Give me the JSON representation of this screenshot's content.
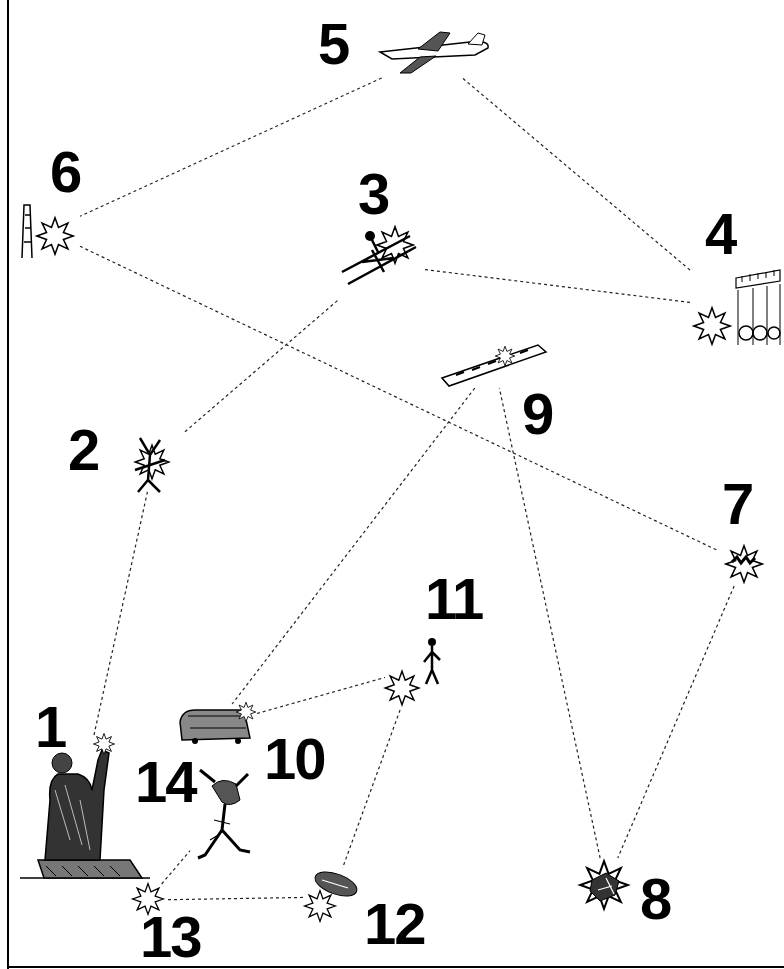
{
  "diagram": {
    "nodes": [
      {
        "text": [
          "1"
        ]
      },
      {
        "text": [
          "2"
        ]
      },
      {
        "text": [
          "3"
        ]
      },
      {
        "text": [
          "4"
        ]
      },
      {
        "text": [
          "5"
        ]
      },
      {
        "text": [
          "6"
        ]
      },
      {
        "text": [
          "7"
        ]
      },
      {
        "text": [
          "8"
        ]
      },
      {
        "text": [
          "9"
        ]
      },
      {
        "text": [
          "10"
        ]
      },
      {
        "text": [
          "11"
        ]
      },
      {
        "text": [
          "12"
        ]
      },
      {
        "text": [
          "13"
        ]
      },
      {
        "text": [
          "14"
        ]
      }
    ],
    "edges": [
      {
        "from": 0,
        "to": 1,
        "arrow": "none"
      },
      {
        "from": 1,
        "to": 2,
        "arrow": "none"
      },
      {
        "from": 2,
        "to": 3,
        "arrow": "none"
      },
      {
        "from": 3,
        "to": 4,
        "arrow": "none"
      },
      {
        "from": 4,
        "to": 5,
        "arrow": "none"
      },
      {
        "from": 5,
        "to": 6,
        "arrow": "none"
      },
      {
        "from": 6,
        "to": 7,
        "arrow": "none"
      },
      {
        "from": 7,
        "to": 8,
        "arrow": "none"
      },
      {
        "from": 8,
        "to": 9,
        "arrow": "none"
      },
      {
        "from": 9,
        "to": 10,
        "arrow": "none"
      },
      {
        "from": 10,
        "to": 11,
        "arrow": "none"
      },
      {
        "from": 11,
        "to": 12,
        "arrow": "none"
      },
      {
        "from": 12,
        "to": 13,
        "arrow": "none"
      }
    ]
  }
}
